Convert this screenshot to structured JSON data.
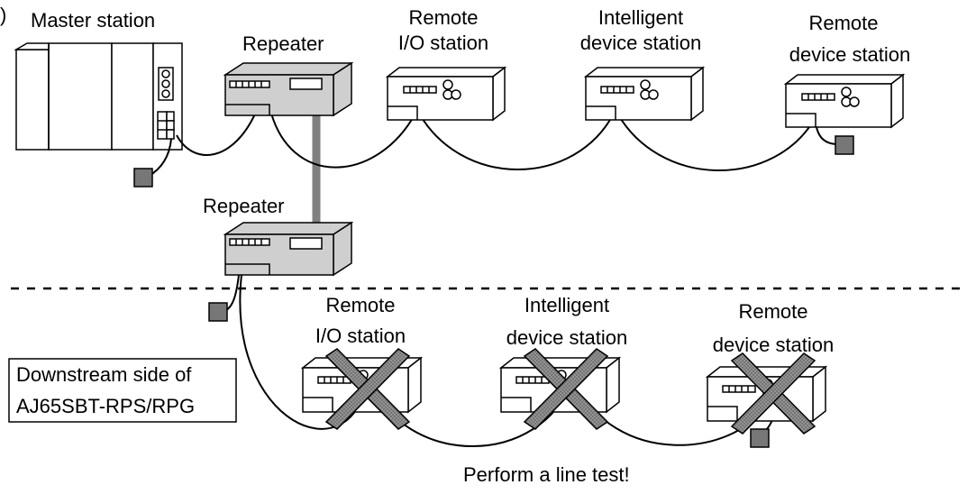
{
  "labels": {
    "master": "Master station",
    "repeater_top": "Repeater",
    "repeater_bottom": "Repeater",
    "top_remote_io": [
      "Remote",
      "I/O station"
    ],
    "top_intelligent": [
      "Intelligent",
      "device station"
    ],
    "top_remote_device": [
      "Remote",
      "device station"
    ],
    "bottom_remote_io": [
      "Remote",
      "I/O station"
    ],
    "bottom_intelligent": [
      "Intelligent",
      "device station"
    ],
    "bottom_remote_device": [
      "Remote",
      "device station"
    ],
    "downstream_box": [
      "Downstream side of",
      "AJ65SBT-RPS/RPG"
    ],
    "line_test": "Perform a line test!",
    "top_left_fragment": ")"
  },
  "colors": {
    "repeater_fill": "#cfcfcf",
    "terminator_fill": "#777777",
    "backbone_cable": "#808080",
    "cross_fill": "#8c8c8c"
  },
  "icons": {
    "station": "remote-station-icon",
    "repeater": "repeater-icon",
    "terminator": "terminating-resistor-icon",
    "error": "cross-mark-icon"
  }
}
